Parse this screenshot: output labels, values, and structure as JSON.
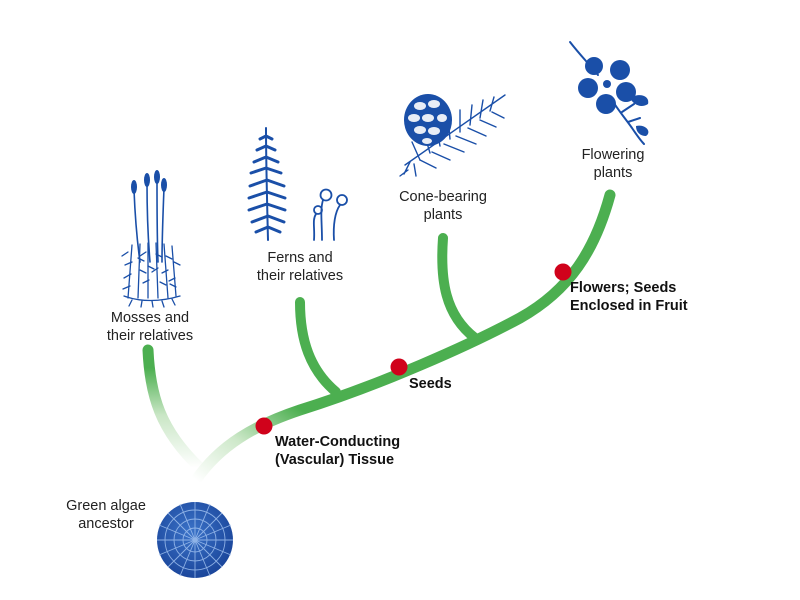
{
  "diagram": {
    "groups": {
      "mosses": [
        "Mosses and",
        "their relatives"
      ],
      "ferns": [
        "Ferns and",
        "their relatives"
      ],
      "conifers": [
        "Cone-bearing",
        "plants"
      ],
      "flowering": [
        "Flowering",
        "plants"
      ],
      "algae": [
        "Green algae",
        "ancestor"
      ]
    },
    "traits": {
      "vascular": [
        "Water-Conducting",
        "(Vascular) Tissue"
      ],
      "seeds": [
        "Seeds"
      ],
      "flowers": [
        "Flowers; Seeds",
        "Enclosed in Fruit"
      ]
    },
    "colors": {
      "branch": "#4caf50",
      "branch_fade": "#d6ecd3",
      "trait_marker": "#d0021b",
      "illustration": "#1a4fa8"
    },
    "icons": [
      "moss-icon",
      "fern-icon",
      "pinecone-icon",
      "flower-icon",
      "algae-cell-icon"
    ]
  }
}
